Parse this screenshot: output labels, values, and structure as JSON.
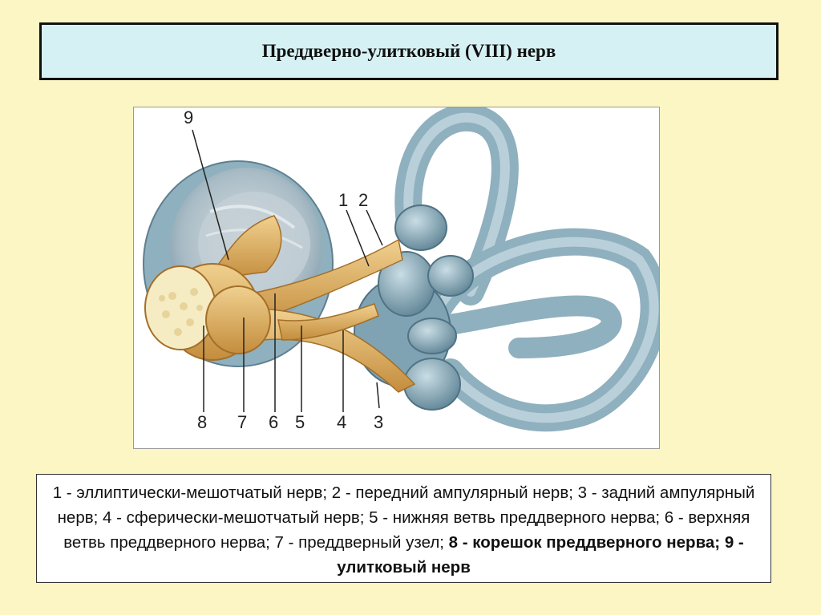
{
  "title": "Преддверно-улитковый (VIII) нерв",
  "labels": [
    "9",
    "1",
    "2",
    "8",
    "7",
    "6",
    "5",
    "4",
    "3"
  ],
  "caption": {
    "normal": "1 - эллиптически-мешотчатый нерв; 2 - передний ампулярный нерв; 3 - задний ампулярный нерв; 4 - сферически-мешотчатый нерв; 5 - нижняя ветвь преддверного нерва; 6 - верхняя ветвь преддверного нерва; 7 - преддверный узел; ",
    "bold": "8 - корешок преддверного нерва; 9 - улитковый нерв"
  },
  "colors": {
    "background": "#fbf6c4",
    "title_box": "#d5f1f3",
    "labyrinth": "#8fb0be",
    "nerve": "#d9a85a"
  }
}
